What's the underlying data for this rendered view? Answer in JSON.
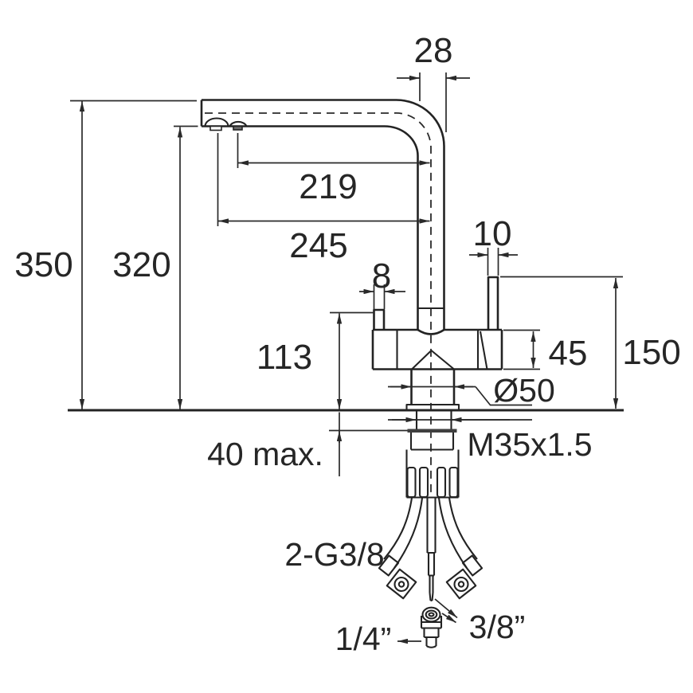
{
  "drawing_type": "faucet-dimension-diagram",
  "labels": {
    "total_height": "350",
    "spout_height": "320",
    "spout_reach": "219",
    "total_reach": "245",
    "spout_tube_diameter": "28",
    "right_handle_width": "10",
    "left_handle_width": "8",
    "body_top_height": "113",
    "body_height": "45",
    "handle_top_height": "150",
    "base_diameter": "Ø50",
    "mount_thread": "M35x1.5",
    "deck_thickness_max": "40 max.",
    "supply_hoses": "2-G3/8",
    "quick_fitting_out": "1/4”",
    "quick_fitting_in": "3/8”"
  },
  "colors": {
    "line": "#262626",
    "background": "#ffffff"
  }
}
